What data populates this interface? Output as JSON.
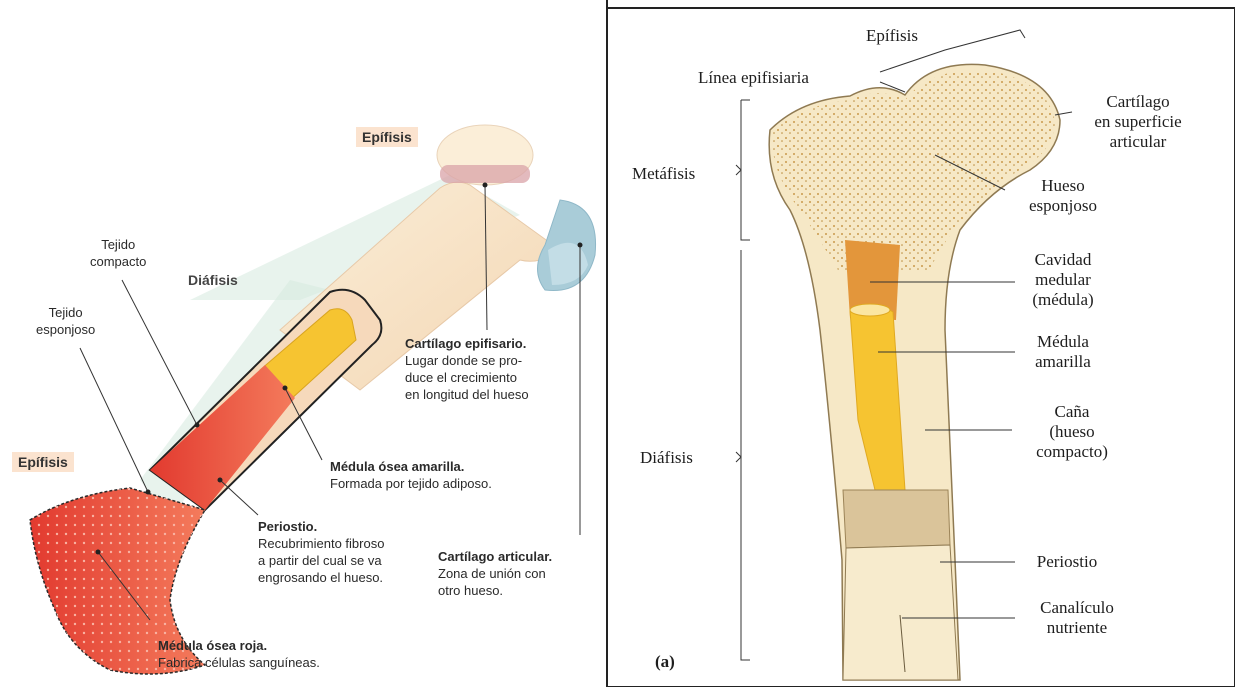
{
  "left": {
    "epifisis_top": "Epífisis",
    "epifisis_bottom": "Epífisis",
    "diafisis": "Diáfisis",
    "tejido_compacto": [
      "Tejido",
      "compacto"
    ],
    "tejido_esponjoso": [
      "Tejido",
      "esponjoso"
    ],
    "cartilago_epifisario": {
      "title": "Cartílago epifisario.",
      "desc": [
        "Lugar donde se pro-",
        "duce el crecimiento",
        "en longitud del hueso"
      ]
    },
    "medula_amarilla": {
      "title": "Médula ósea amarilla.",
      "desc": [
        "Formada por tejido adiposo."
      ]
    },
    "periostio": {
      "title": "Periostio.",
      "desc": [
        "Recubrimiento fibroso",
        "a partir del cual se va",
        "engrosando el hueso."
      ]
    },
    "cartilago_articular": {
      "title": "Cartílago articular.",
      "desc": [
        "Zona de unión con",
        "otro hueso."
      ]
    },
    "medula_roja": {
      "title": "Médula ósea roja.",
      "desc": [
        "Fabrica células sanguíneas."
      ]
    }
  },
  "right": {
    "epifisis": "Epífisis",
    "linea_epifisiaria": "Línea epifisiaria",
    "metafisis": "Metáfisis",
    "diafisis": "Diáfisis",
    "cartilago": [
      "Cartílago",
      "en superficie",
      "articular"
    ],
    "hueso_esponjoso": [
      "Hueso",
      "esponjoso"
    ],
    "cavidad_medular": [
      "Cavidad",
      "medular",
      "(médula)"
    ],
    "medula_amarilla": [
      "Médula",
      "amarilla"
    ],
    "cana": [
      "Caña",
      "(hueso",
      "compacto)"
    ],
    "periostio": "Periostio",
    "canaliculo": [
      "Canalículo",
      "nutriente"
    ],
    "panel": "(a)"
  },
  "colors": {
    "bone": "#f6e8c6",
    "red_marrow": "#e8443a",
    "yellow_marrow": "#f6c431",
    "cartilage": "#a9ccd8",
    "label_bg": "#fbe3cf"
  }
}
